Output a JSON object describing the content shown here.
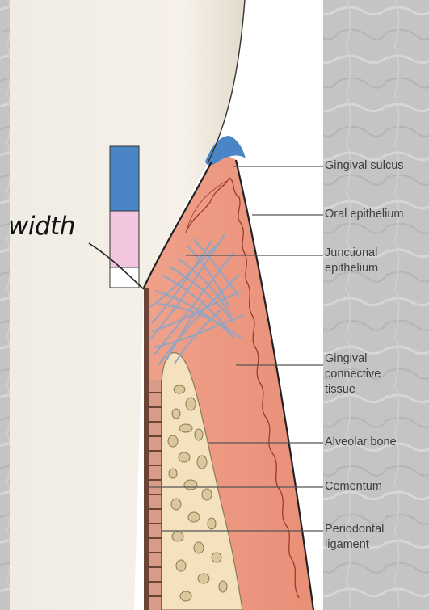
{
  "diagram": {
    "annotation": "width",
    "labels": {
      "gingival_sulcus": "Gingival sulcus",
      "oral_epithelium": "Oral epithelium",
      "junctional_epithelium": "Junctional\nepithelium",
      "gingival_connective_tissue": "Gingival\nconnective\ntissue",
      "alveolar_bone": "Alveolar bone",
      "cementum": "Cementum",
      "periodontal_ligament": "Periodontal\nligament"
    },
    "width_bar_colors": {
      "sulcus_segment": "#4a86c5",
      "epithelium_segment": "#f2c6df",
      "connective_segment": "#ffffff"
    },
    "colors": {
      "gingiva": "#ee9a84",
      "sulcus": "#4a86c5",
      "bone": "#f3e2bd",
      "tooth": "#f3ede2"
    }
  }
}
